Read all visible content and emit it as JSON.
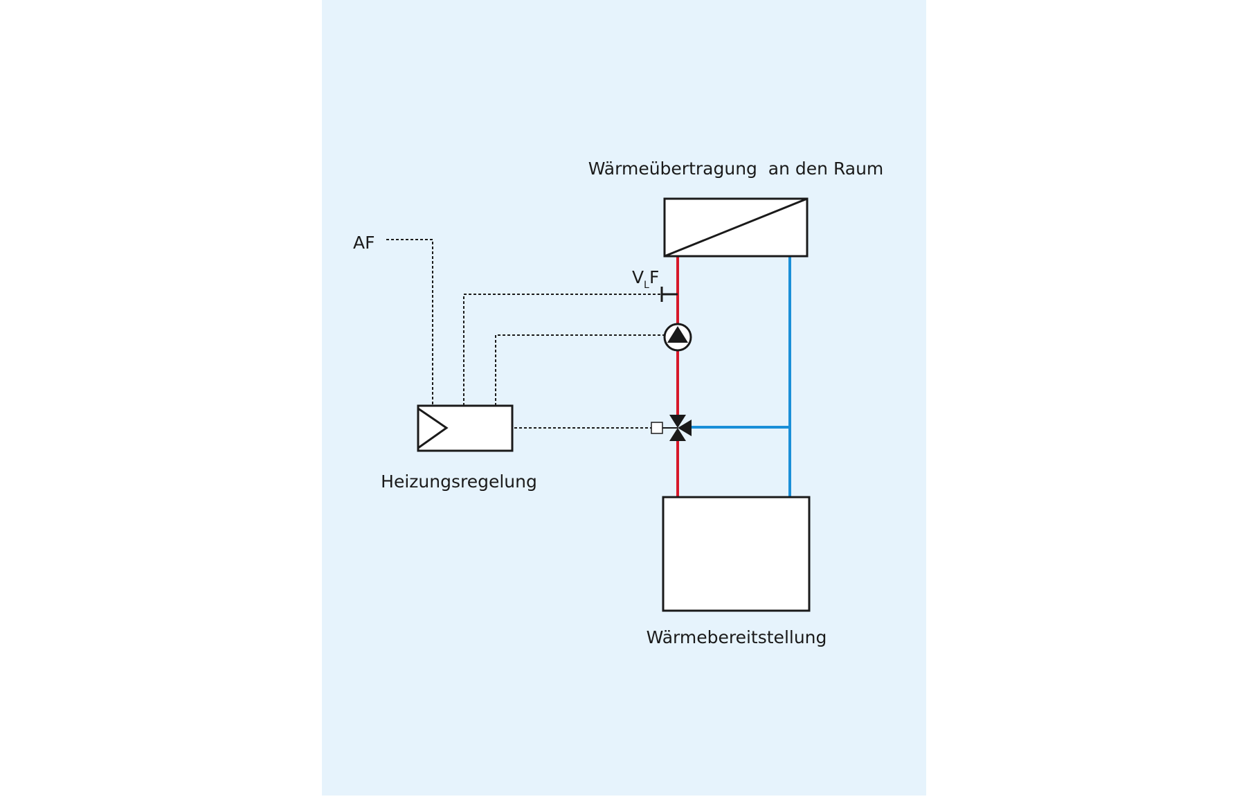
{
  "labels": {
    "heat_transfer": "Wärmeübertragung  an den Raum",
    "heat_supply": "Wärmebereitstellung",
    "controller": "Heizungsregelung",
    "outdoor_sensor": "AF",
    "flow_sensor_main": "V",
    "flow_sensor_sub": "L",
    "flow_sensor_suffix": "F"
  },
  "colors": {
    "panel_background": "#e6f3fc",
    "page_background": "#ffffff",
    "supply_line": "#d7182a",
    "return_line": "#1a8fd8",
    "outline": "#1a1a1a",
    "box_fill": "#ffffff"
  },
  "icons": {
    "pump": "pump-icon",
    "mixing_valve": "three-way-valve-icon",
    "controller": "controller-icon",
    "heat_exchanger": "heat-exchanger-icon",
    "sensor": "temperature-sensor-icon"
  }
}
